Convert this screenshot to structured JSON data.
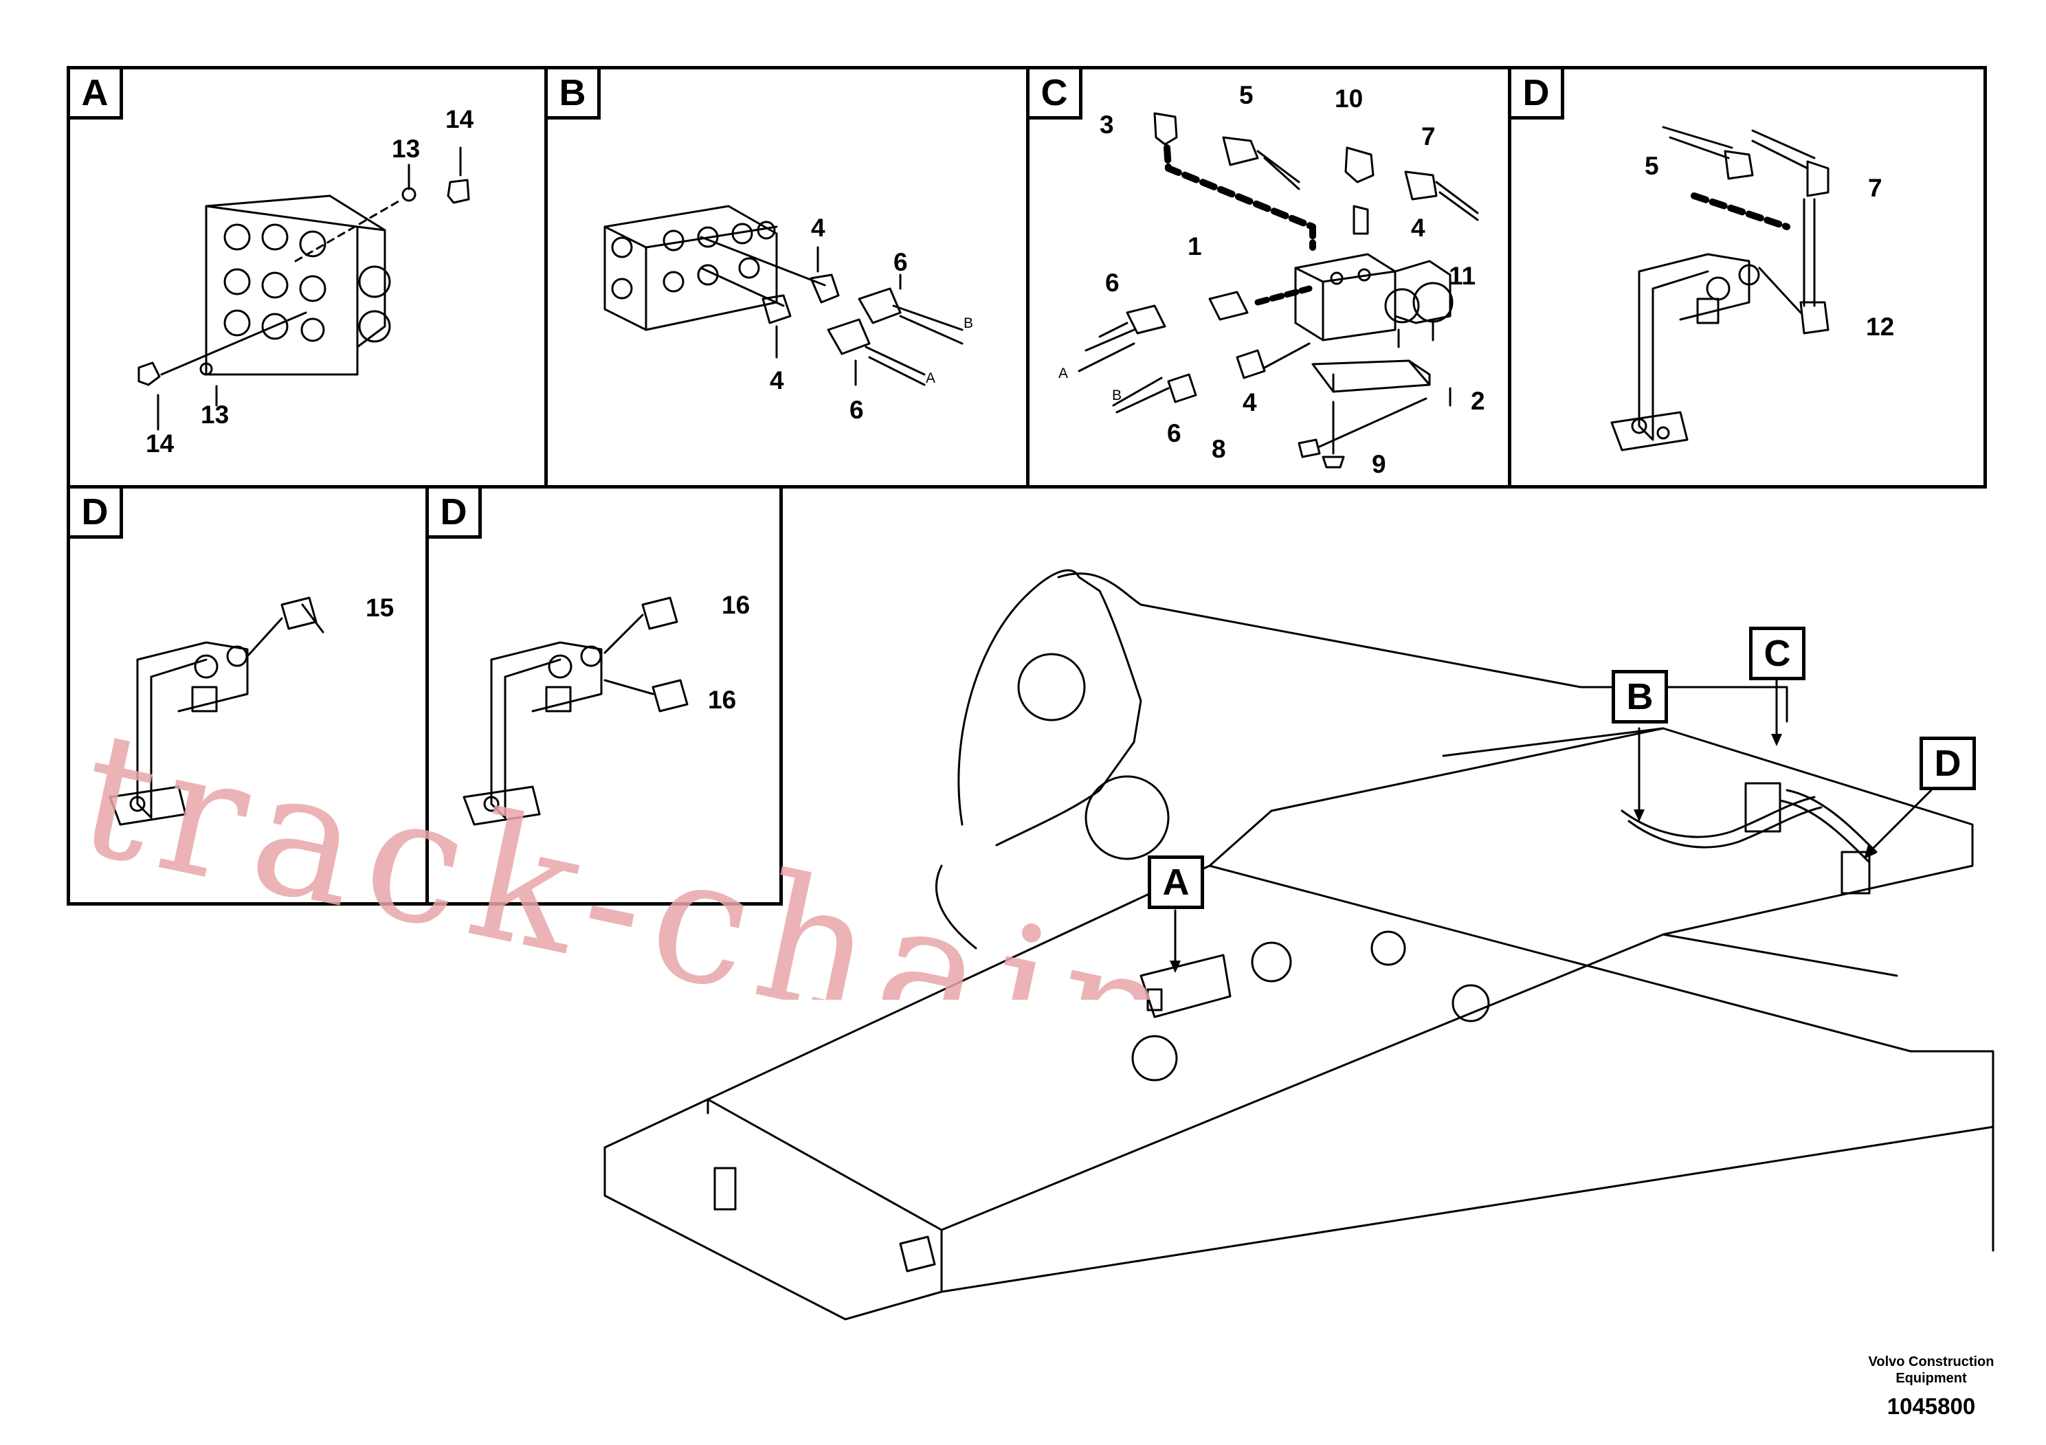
{
  "panels": [
    {
      "letter": "A",
      "callouts": [
        "13",
        "14",
        "13",
        "14"
      ]
    },
    {
      "letter": "B",
      "callouts": [
        "4",
        "6",
        "4",
        "6"
      ],
      "hose_ends": [
        "B",
        "A"
      ]
    },
    {
      "letter": "C",
      "callouts": [
        "3",
        "5",
        "10",
        "7",
        "4",
        "1",
        "11",
        "6",
        "4",
        "2",
        "6",
        "8",
        "9"
      ],
      "hose_ends": [
        "A",
        "B"
      ]
    },
    {
      "letter": "D",
      "callouts": [
        "5",
        "7",
        "12"
      ]
    },
    {
      "letter": "D",
      "callouts": [
        "15"
      ]
    },
    {
      "letter": "D",
      "callouts": [
        "16",
        "16"
      ]
    }
  ],
  "overview_markers": [
    "A",
    "B",
    "C",
    "D"
  ],
  "footer": {
    "company_line1": "Volvo Construction",
    "company_line2": "Equipment",
    "drawing_number": "1045800"
  },
  "watermark": "track-chain.com",
  "colors": {
    "line": "#000000",
    "watermark": "#e8a6a8",
    "background": "#ffffff"
  }
}
